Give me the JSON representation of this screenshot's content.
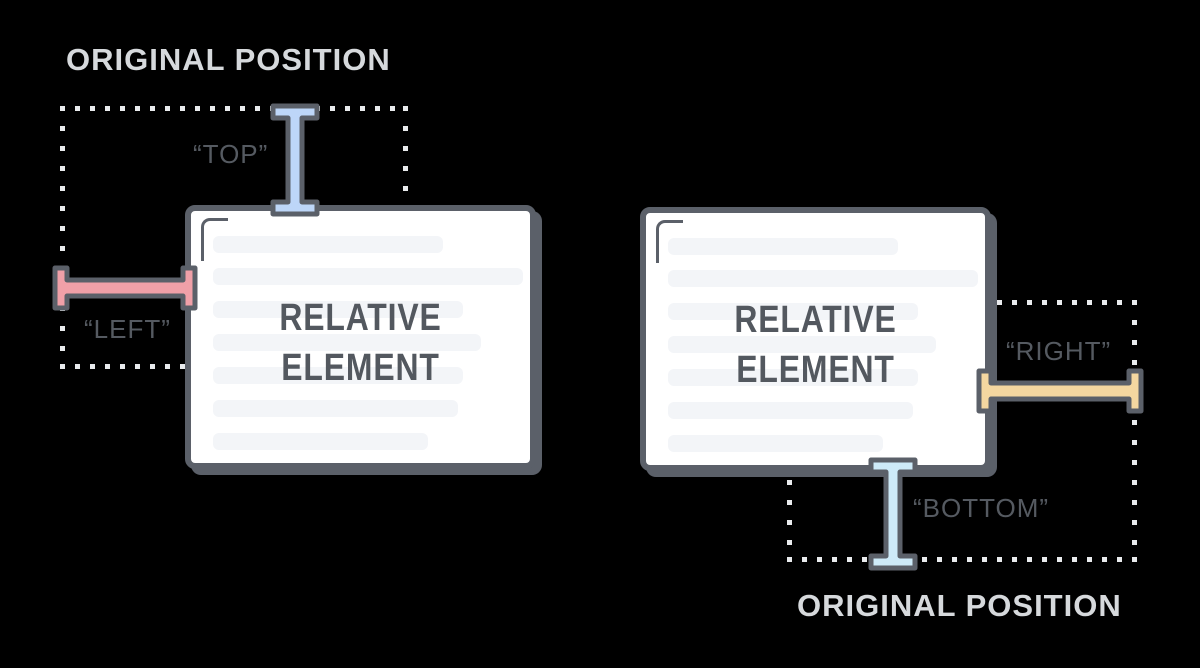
{
  "colors": {
    "background": "#000000",
    "stroke": "#5b6069",
    "dots": "#e9ebed",
    "title_text": "#d6d9dc",
    "label_text": "#555a61",
    "card_bg": "#ffffff",
    "placeholder_line": "#f3f5f8",
    "card_text": "#53585f",
    "beam_top": "#bdd6f8",
    "beam_left": "#f0a0a8",
    "beam_right": "#f4d7a0",
    "beam_bottom": "#cdeaf8"
  },
  "left_diagram": {
    "title": "ORIGINAL POSITION",
    "top_label": "“TOP”",
    "left_label": "“LEFT”",
    "card": {
      "line1": "RELATIVE",
      "line2": "ELEMENT"
    }
  },
  "right_diagram": {
    "title": "ORIGINAL POSITION",
    "right_label": "“RIGHT”",
    "bottom_label": "“BOTTOM”",
    "card": {
      "line1": "RELATIVE",
      "line2": "ELEMENT"
    }
  }
}
